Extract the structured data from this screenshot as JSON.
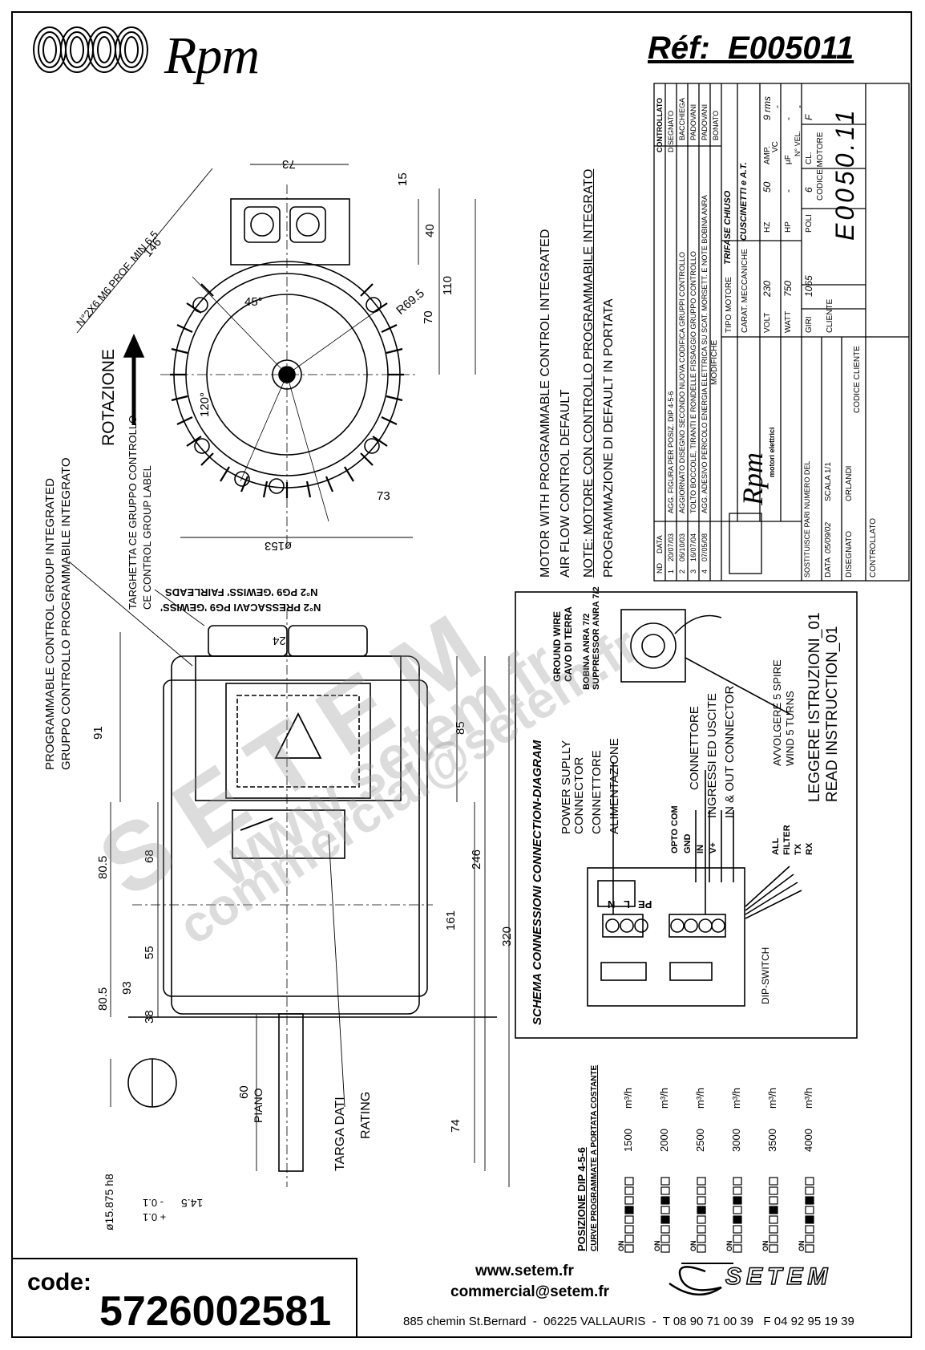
{
  "header": {
    "brand": "Rpm",
    "reference": "Réf:  E005011"
  },
  "notes": {
    "line1": "MOTOR WITH PROGRAMMABLE CONTROL INTEGRATED",
    "line2": "AIR FLOW CONTROL DEFAULT",
    "line3": "NOTE: MOTORE CON CONTROLLO PROGRAMMABILE INTEGRATO",
    "line4": "PROGRAMMAZIONE DI DEFAULT IN PORTATA"
  },
  "top_view": {
    "rotation": "ROTAZIONE",
    "screws": "N°2X6 M6 PROF. MIN.6.5",
    "dims": [
      "73",
      "146",
      "15",
      "40",
      "110",
      "70",
      "R69.5",
      "45°",
      "120°",
      "73",
      "ø153"
    ]
  },
  "labels": {
    "group_en": "PROGRAMMABLE CONTROL GROUP INTEGRATED",
    "group_it": "GRUPPO CONTROLLO PROGRAMMABILE INTEGRATO",
    "target_it": "TARGHETTA CE GRUPPO CONTROLLO",
    "target_en": "CE CONTROL GROUP LABEL",
    "cable_it": "N°2 PRESSACAVI PG9 'GEWISS'",
    "cable_en": "N°2 PG9 'GEWISS' FAIRLEADS",
    "targa": "TARGA DATI",
    "rating": "RATING",
    "piano": "PIANO"
  },
  "side_dims": [
    "24",
    "91",
    "85",
    "80.5",
    "68",
    "246",
    "161",
    "320",
    "55",
    "93",
    "80.5",
    "38",
    "74",
    "60"
  ],
  "shaft": {
    "dia": "ø15.875 h8",
    "len": "14.5",
    "tol": "- 0.1",
    "tol_plus": "+ 0.1"
  },
  "schema": {
    "title": "SCHEMA CONNESSIONI   CONNECTION-DIAGRAM",
    "ground_en": "GROUND WIRE",
    "ground_it": "CAVO DI TERRA",
    "coil_it": "BOBINA ANRA 7/2",
    "coil_en": "SUPPRESSOR ANRA 7/2",
    "power_en": "POWER SUPLLY",
    "power_en2": "CONNECTOR",
    "power_it": "CONNETTORE",
    "power_it2": "ALIMENTAZIONE",
    "io_it": "CONNETTORE",
    "io_it2": "INGRESSI ED USCITE",
    "io_en": "IN & OUT CONNECTOR",
    "wind_it": "AVVOLGERE 5 SPIRE",
    "wind_en": "WIND 5 TURNS",
    "read_it": "LEGGERE ISTRUZIONI_01",
    "read_en": "READ INSTRUCTION_01",
    "dip": "DIP-SWITCH",
    "terminals_left": [
      "N",
      "L",
      "PE"
    ],
    "terminals_right": [
      "OPTO COM",
      "GND",
      "IN",
      "V+"
    ],
    "signals": [
      "ALL",
      "FILTER",
      "TX",
      "RX"
    ]
  },
  "title_block": {
    "tipo": "TIPO MOTORE",
    "tipo_val": "TRIFASE CHIUSO",
    "carat": "CARAT. MECCANICHE",
    "carat_val": "CUSCINETTI e A.T.",
    "volt": "VOLT",
    "volt_val": "230",
    "hz": "HZ",
    "hz_val": "50",
    "amp": "AMP.",
    "amp_val": "9 rms",
    "watt": "WATT",
    "watt_val": "750",
    "hp": "HP",
    "hp_val": "-",
    "uf": "µF",
    "uf_val": "-",
    "vc": "VC",
    "vc_val": "-",
    "giri": "GIRI",
    "giri_val": "1065",
    "poli": "POLI",
    "poli_val": "6",
    "cl": "CL.",
    "cl_val": "F",
    "vel": "N° VEL.",
    "vel_val": "-",
    "codice_motore": "CODICE MOTORE",
    "codice_motore_val": "E0050.11",
    "cliente": "CLIENTE",
    "codice_cliente": "CODICE CLIENTE",
    "brand": "Rpm",
    "brand_sub": "motori elettrici",
    "sostituisce": "SOSTITUISCE PARI NUMERO DEL",
    "data": "DATA",
    "data_val": "05/09/02",
    "scala": "SCALA",
    "scala_val": "1/1",
    "disegnato": "DISEGNATO",
    "disegnato_val": "ORLANDI",
    "controllato": "CONTROLLATO",
    "modifiche": "MODIFICHE",
    "nd": "ND",
    "data_col": "DATA",
    "disegnato_col": "DISEGNATO",
    "controllato_col": "CONTROLLATO",
    "revisions": [
      {
        "n": "4",
        "date": "07/05/08",
        "text": "AGG. ADESIVO PERICOLO  ENERGIA ELETTRICA SU SCAT. MORSETT. E NOTE BOBINA ANRA",
        "by": "BONATO"
      },
      {
        "n": "3",
        "date": "16/07/04",
        "text": "TOLTO BOCCOLE, TIRANTI E RONDELLE FISSAGGIO GRUPPO CONTROLLO",
        "by": "PADOVANI"
      },
      {
        "n": "2",
        "date": "06/10/03",
        "text": "AGGIORNATO DISEGNO SECONDO NUOVA CODIFICA GRUPPI CONTROLLO",
        "by": "PADOVANI"
      },
      {
        "n": "1",
        "date": "20/07/03",
        "text": "AGG. FIGURA PER POSIZ. DIP 4-5-6",
        "by": "BACCHIEGA"
      }
    ]
  },
  "dip_table": {
    "title1": "POSIZIONE DIP 4-5-6",
    "title2": "CURVE PROGRAMMATE A PORTATA COSTANTE",
    "on": "ON",
    "unit": "m³/h",
    "rows": [
      "1500",
      "2000",
      "2500",
      "3000",
      "3500",
      "4000"
    ]
  },
  "footer": {
    "code_label": "code:",
    "code_value": "5726002581",
    "web": "www.setem.fr",
    "email": "commercial@setem.fr",
    "address": "885 chemin St.Bernard  -  06225 VALLAURIS  -  T 08 90 71 00 39   F 04 92 95 19 39",
    "brand": "SETEM"
  },
  "watermark": {
    "url": "www.setem.fr",
    "brand": "SETEM",
    "email": "commercial@setem.fr"
  }
}
